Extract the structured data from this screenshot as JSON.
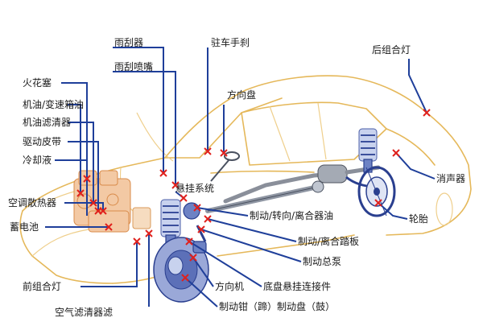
{
  "labels": {
    "wiper": "雨刮器",
    "wiper_nozzle": "雨刮喷嘴",
    "parking_brake": "驻车手刹",
    "rear_light": "后组合灯",
    "spark_plug": "火花塞",
    "engine_oil": "机油/变速箱油",
    "oil_filter": "机油滤清器",
    "drive_belt": "驱动皮带",
    "coolant": "冷却液",
    "steering_wheel": "方向盘",
    "ac_radiator": "空调散热器",
    "suspension": "悬挂系统",
    "muffler": "消声器",
    "battery": "蓄电池",
    "fluids": "制动/转向/离合器油",
    "tire": "轮胎",
    "pedals": "制动/离合踏板",
    "master_cylinder": "制动总泵",
    "front_light": "前组合灯",
    "steering_gear": "方向机",
    "chassis_joint": "底盘悬挂连接件",
    "brake_caliper": "制动钳（蹄）制动盘（鼓）",
    "air_filter": "空气滤清器滤"
  },
  "colors": {
    "car_outline": "#e5b85a",
    "leader_line": "#1f3f9a",
    "marker": "#e0201c",
    "parts": "#6d82c4"
  }
}
